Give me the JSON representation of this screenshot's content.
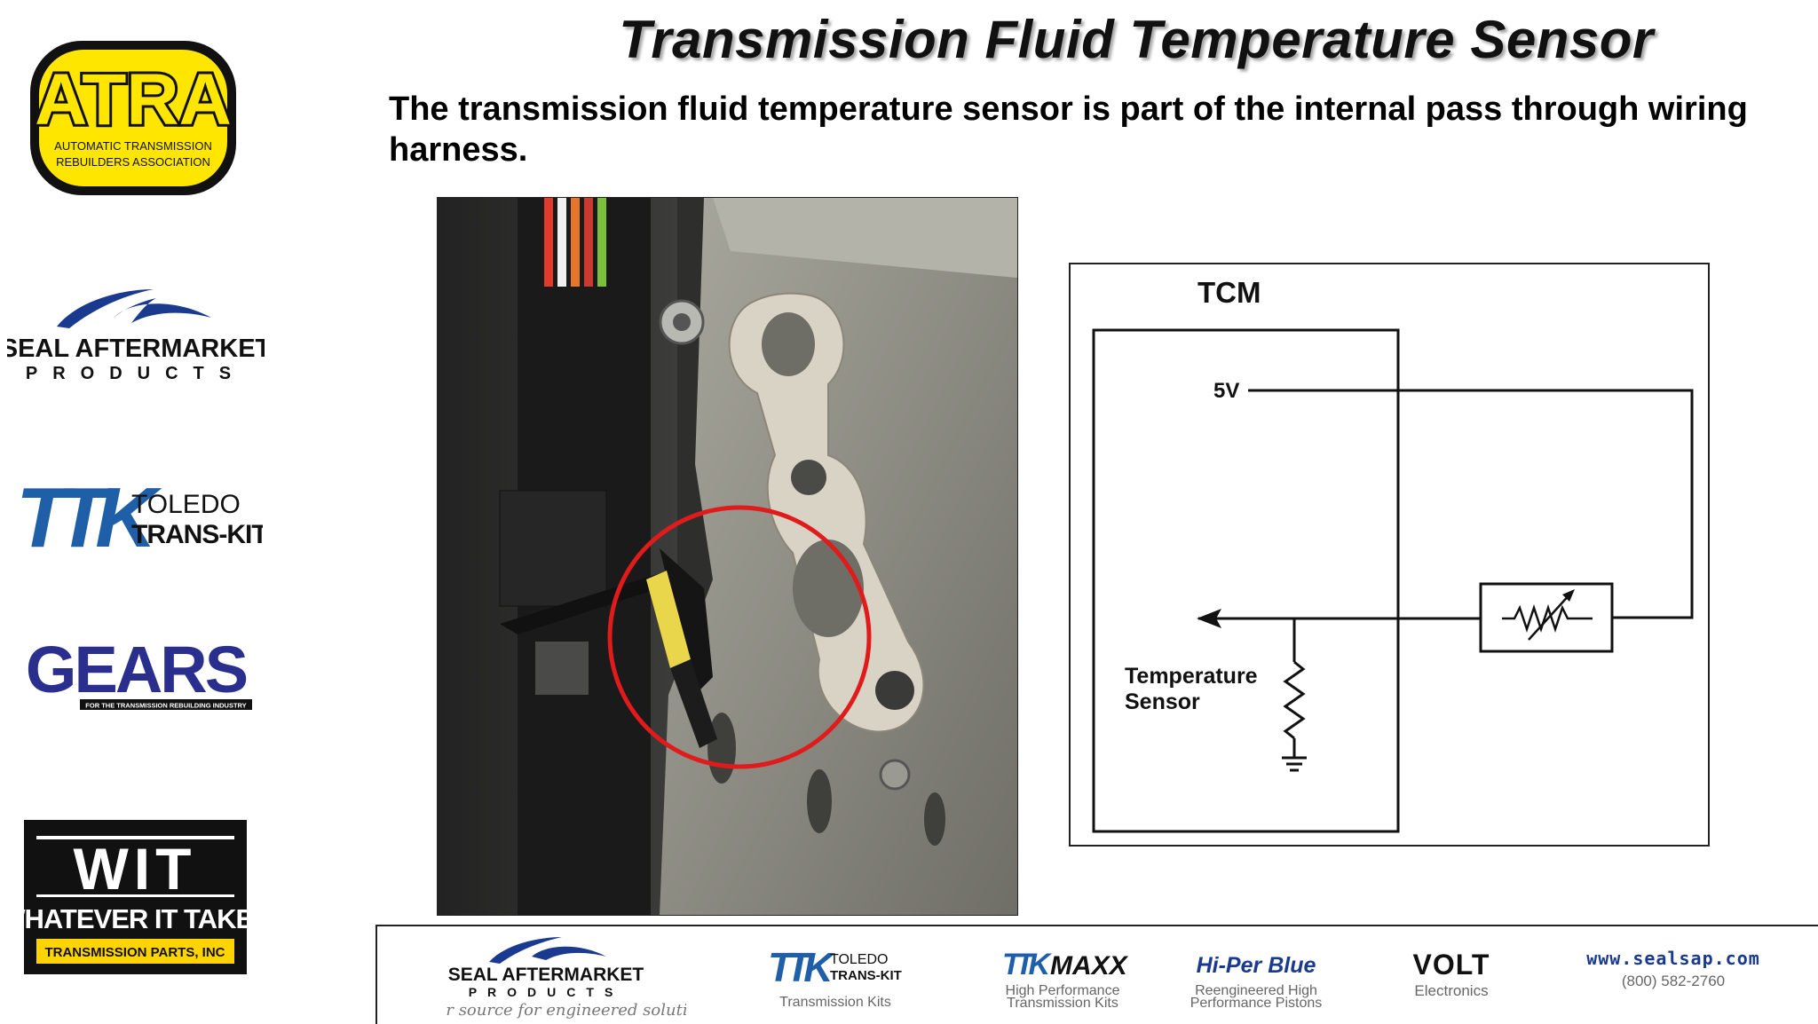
{
  "slide": {
    "title": "Transmission Fluid Temperature Sensor",
    "subtitle": "The transmission fluid temperature sensor is part of the internal pass through wiring harness."
  },
  "sidebar": {
    "atra": {
      "name": "ATRA",
      "line1": "AUTOMATIC TRANSMISSION",
      "line2": "REBUILDERS ASSOCIATION"
    },
    "seal": {
      "line1": "SEAL AFTERMARKET",
      "line2": "PRODUCTS"
    },
    "ttk": {
      "mark": "TTK",
      "line1": "TOLEDO",
      "line2": "TRANS-KIT"
    },
    "gears": {
      "name": "GEARS",
      "tagline": "FOR THE TRANSMISSION REBUILDING INDUSTRY"
    },
    "wit": {
      "mark": "WIT",
      "line1": "WHATEVER IT TAKES",
      "line2": "TRANSMISSION PARTS, INC"
    }
  },
  "diagram": {
    "tcm_label": "TCM",
    "voltage_label": "5V",
    "sensor_label_line1": "Temperature",
    "sensor_label_line2": "Sensor"
  },
  "footer": {
    "seal": {
      "line1": "SEAL AFTERMARKET",
      "line2": "PRODUCTS",
      "tagline": "your source for engineered solutions"
    },
    "ttk": {
      "mark": "TTK",
      "line1": "TOLEDO",
      "line2": "TRANS-KIT",
      "caption": "Transmission Kits"
    },
    "maxx": {
      "mark": "TTK",
      "name": "MAXX",
      "caption1": "High Performance",
      "caption2": "Transmission Kits"
    },
    "hiper": {
      "name": "Hi-Per Blue",
      "caption1": "Reengineered High",
      "caption2": "Performance Pistons"
    },
    "volt": {
      "name": "VOLT",
      "caption": "Electronics"
    },
    "contact": {
      "url": "www.sealsap.com",
      "phone": "(800) 582-2760"
    }
  },
  "colors": {
    "atra_yellow": "#ffe600",
    "seal_blue": "#1a3a8f",
    "ttk_blue": "#1f5fa8",
    "gears_blue": "#2a2f8e",
    "circle_red": "#e01b1b"
  }
}
